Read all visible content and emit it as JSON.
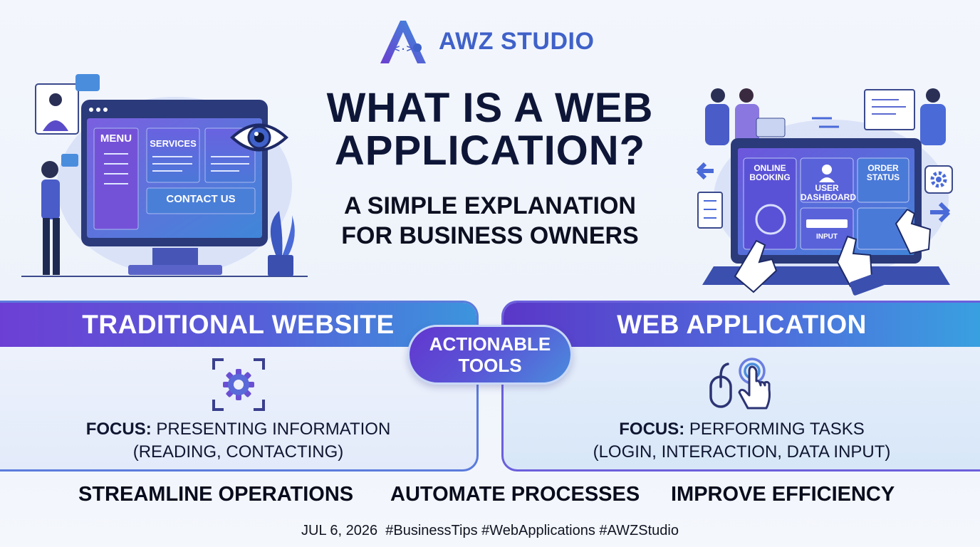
{
  "brand": {
    "name": "AWZ STUDIO"
  },
  "headline": {
    "title_line1": "WHAT IS A WEB",
    "title_line2": "APPLICATION?",
    "subtitle_line1": "A SIMPLE EXPLANATION",
    "subtitle_line2": "FOR BUSINESS OWNERS"
  },
  "monitor": {
    "menu_label": "MENU",
    "services_label": "SERVICES",
    "contact_label": "CONTACT US",
    "icon": "eye-icon"
  },
  "laptop": {
    "tile1": "ONLINE BOOKING",
    "tile2": "USER DASHBOARD",
    "tile3": "ORDER STATUS",
    "input_label": "INPUT",
    "icon": "gear-icon"
  },
  "comparison": {
    "left": {
      "heading": "TRADITIONAL WEBSITE",
      "icon": "gear-icon",
      "focus_label": "FOCUS:",
      "focus_text": "PRESENTING INFORMATION",
      "focus_detail": "(READING, CONTACTING)"
    },
    "center": {
      "line1": "ACTIONABLE",
      "line2": "TOOLS"
    },
    "right": {
      "heading": "WEB APPLICATION",
      "icon": "mouse-click-icon",
      "focus_label": "FOCUS:",
      "focus_text": "PERFORMING TASKS",
      "focus_detail": "(LOGIN, INTERACTION, DATA INPUT)"
    }
  },
  "benefits": [
    "STREAMLINE OPERATIONS",
    "AUTOMATE PROCESSES",
    "IMPROVE EFFICIENCY"
  ],
  "footer": {
    "text": "JUL 6, 2026  #BusinessTips #WebApplications #AWZStudio"
  },
  "colors": {
    "brand_blue": "#3f61c9",
    "purple": "#6236cf",
    "sky": "#3c95dd",
    "navy": "#0e1638"
  }
}
